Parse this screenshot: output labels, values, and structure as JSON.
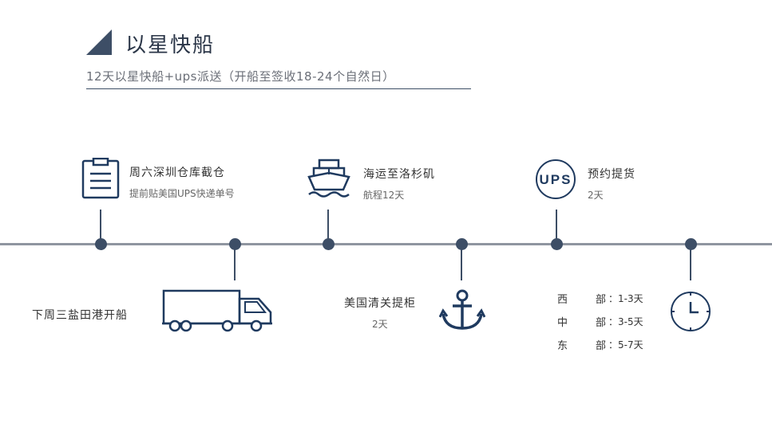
{
  "header": {
    "title": "以星快船",
    "subtitle": "12天以星快船+ups派送（开船至签收18-24个自然日）"
  },
  "steps": [
    {
      "label": "周六深圳仓库截仓",
      "sub": "提前贴美国UPS快递单号",
      "icon": "clipboard-icon"
    },
    {
      "label": "下周三盐田港开船",
      "icon": "truck-icon"
    },
    {
      "label": "海运至洛杉矶",
      "sub": "航程12天",
      "icon": "ship-icon"
    },
    {
      "label": "美国清关提柜",
      "sub": "2天",
      "icon": "anchor-icon"
    },
    {
      "label": "预约提货",
      "sub": "2天",
      "icon": "ups-icon",
      "icon_text": "UPS"
    },
    {
      "label": "",
      "icon": "clock-icon"
    }
  ],
  "regions": [
    {
      "name_a": "西",
      "name_b": "部",
      "value": "：1-3天"
    },
    {
      "name_a": "中",
      "name_b": "部",
      "value": "：3-5天"
    },
    {
      "name_a": "东",
      "name_b": "部",
      "value": "：5-7天"
    }
  ],
  "colors": {
    "accent": "#3d4e66",
    "icon": "#1f3a5f",
    "line": "#8f95a0"
  }
}
